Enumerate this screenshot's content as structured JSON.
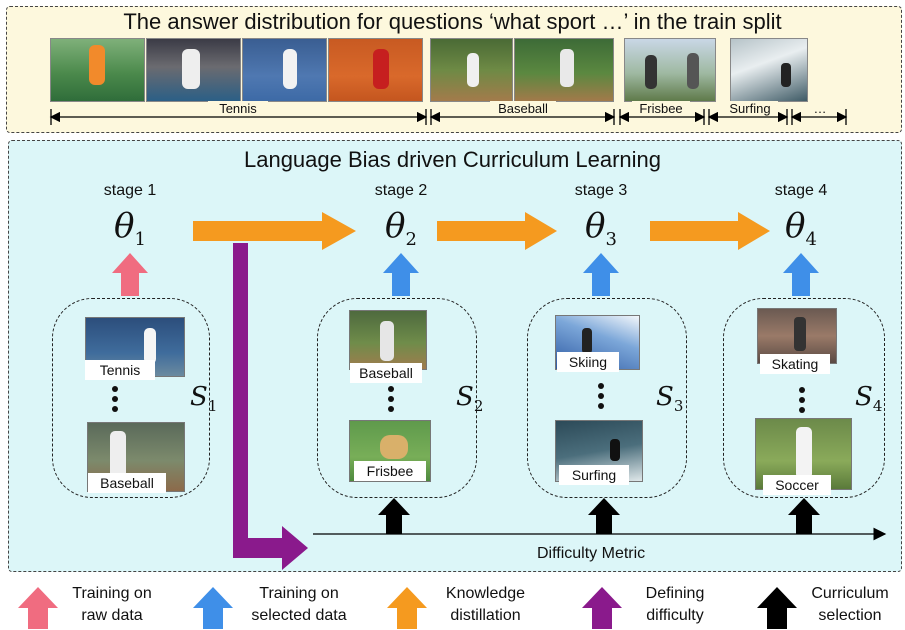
{
  "top": {
    "title": "The answer distribution for questions ‘what sport …’ in the train split",
    "categories": [
      "Tennis",
      "Baseball",
      "Frisbee",
      "Surfing",
      "…"
    ]
  },
  "main": {
    "title": "Language Bias driven Curriculum Learning",
    "stages": [
      {
        "label": "stage 1",
        "theta": "θ",
        "index": "1"
      },
      {
        "label": "stage 2",
        "theta": "θ",
        "index": "2"
      },
      {
        "label": "stage 3",
        "theta": "θ",
        "index": "3"
      },
      {
        "label": "stage 4",
        "theta": "θ",
        "index": "4"
      }
    ],
    "sets": [
      {
        "name": "S",
        "index": "1",
        "top_label": "Tennis",
        "bottom_label": "Baseball"
      },
      {
        "name": "S",
        "index": "2",
        "top_label": "Baseball",
        "bottom_label": "Frisbee"
      },
      {
        "name": "S",
        "index": "3",
        "top_label": "Skiing",
        "bottom_label": "Surfing"
      },
      {
        "name": "S",
        "index": "4",
        "top_label": "Skating",
        "bottom_label": "Soccer"
      }
    ],
    "metric_label": "Difficulty Metric"
  },
  "legend": [
    {
      "line1": "Training on",
      "line2": "raw data",
      "color": "#f06c80",
      "icon": "pink-arrow-icon"
    },
    {
      "line1": "Training on",
      "line2": "selected data",
      "color": "#3f8fe8",
      "icon": "blue-arrow-icon"
    },
    {
      "line1": "Knowledge",
      "line2": "distillation",
      "color": "#f59a1f",
      "icon": "orange-arrow-icon"
    },
    {
      "line1": "Defining",
      "line2": "difficulty",
      "color": "#8a1a8c",
      "icon": "purple-arrow-icon"
    },
    {
      "line1": "Curriculum",
      "line2": "selection",
      "color": "#000000",
      "icon": "black-arrow-icon"
    }
  ],
  "colors": {
    "top_bg": "#fdf8dd",
    "main_bg": "#dcf6f8",
    "pink": "#f06c80",
    "blue": "#3f8fe8",
    "orange": "#f59a1f",
    "purple": "#8a1a8c",
    "black": "#000000"
  }
}
